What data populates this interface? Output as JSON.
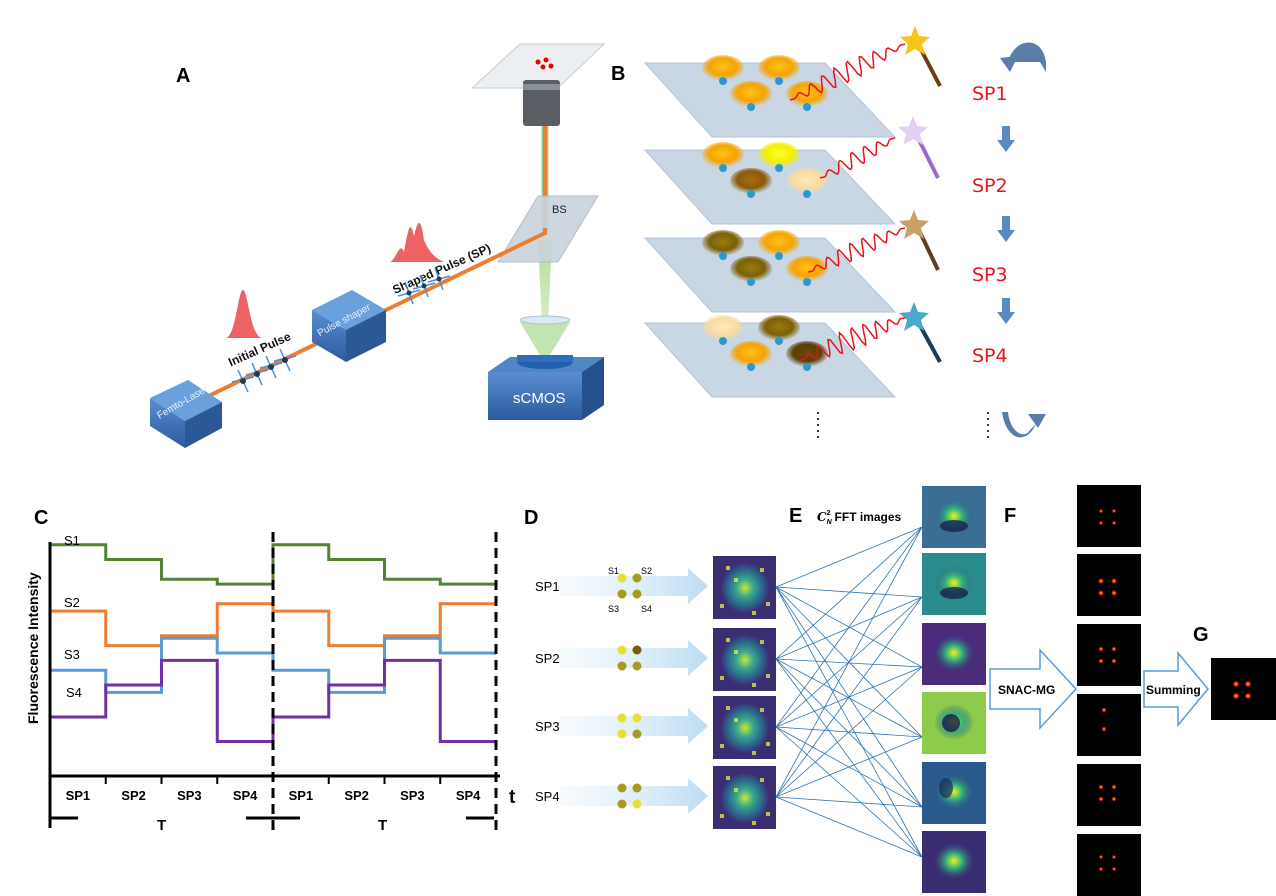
{
  "panels": {
    "a": "A",
    "b": "B",
    "c": "C",
    "d": "D",
    "e": "E",
    "f": "F",
    "g": "G"
  },
  "setup": {
    "laser": "Femto-Laser",
    "initial_pulse": "Initial Pulse",
    "shaper": "Pulse shaper",
    "shaped_pulse": "Shaped Pulse (SP)",
    "bs": "BS",
    "camera": "sCMOS"
  },
  "sequence": {
    "labels": [
      "SP1",
      "SP2",
      "SP3",
      "SP4"
    ]
  },
  "chart": {
    "ylabel": "Fluorescence Intensity",
    "xlabel": "t",
    "period": "T",
    "series_labels": [
      "S1",
      "S2",
      "S3",
      "S4"
    ],
    "tick_labels": [
      "SP1",
      "SP2",
      "SP3",
      "SP4",
      "SP1",
      "SP2",
      "SP3",
      "SP4"
    ]
  },
  "chart_data": {
    "type": "line",
    "step": true,
    "xlabel": "t",
    "ylabel": "Fluorescence Intensity",
    "categories": [
      "SP1",
      "SP2",
      "SP3",
      "SP4",
      "SP1",
      "SP2",
      "SP3",
      "SP4"
    ],
    "series": [
      {
        "name": "S1",
        "color": "#548235",
        "values": [
          94,
          88,
          80,
          78,
          94,
          88,
          80,
          78
        ]
      },
      {
        "name": "S2",
        "color": "#ed7d31",
        "values": [
          67,
          53,
          57,
          70,
          67,
          53,
          57,
          70
        ]
      },
      {
        "name": "S3",
        "color": "#5b9bd5",
        "values": [
          43,
          34,
          56,
          50,
          43,
          34,
          56,
          50
        ]
      },
      {
        "name": "S4",
        "color": "#7030a0",
        "values": [
          24,
          37,
          47,
          14,
          24,
          37,
          47,
          14
        ]
      }
    ]
  },
  "inputs": {
    "labels": [
      "SP1",
      "SP2",
      "SP3",
      "SP4"
    ],
    "spot_labels": [
      "S1",
      "S2",
      "S3",
      "S4"
    ]
  },
  "fft": {
    "title_math": "C",
    "title_sub": "N",
    "title_sup": "2",
    "title_text": "FFT images"
  },
  "snac": "SNAC-MG",
  "summing": "Summing"
}
